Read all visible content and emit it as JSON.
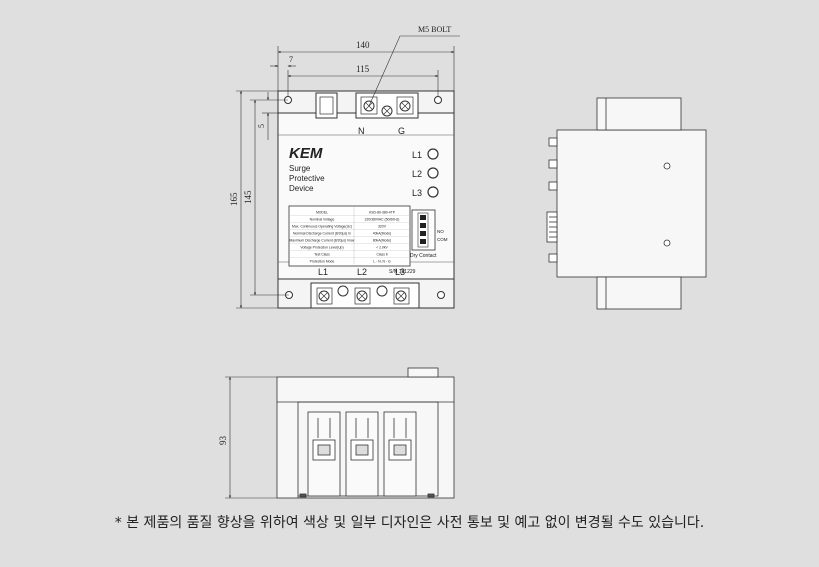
{
  "dimensions": {
    "bolt_label": "M5 BOLT",
    "width_total": "140",
    "width_inner": "115",
    "hole_offset": "7",
    "margin_top": "5",
    "height_total": "165",
    "height_inner": "145",
    "depth": "93"
  },
  "terminals_top": {
    "neutral": "N",
    "ground": "G"
  },
  "terminals_bottom": {
    "l1": "L1",
    "l2": "L2",
    "l3": "L3"
  },
  "brand": "KEM",
  "product_name": [
    "Surge",
    "Protective",
    "Device"
  ],
  "indicators": [
    "L1",
    "L2",
    "L3"
  ],
  "spec_table": {
    "rows": [
      {
        "label": "MODEL",
        "value": "KSD-80-380-4TP"
      },
      {
        "label": "Nominal Voltage",
        "value": "220/380VAC (50/60Hz)"
      },
      {
        "label": "Max. Continuous Operating Voltage(Uc)",
        "value": "320V"
      },
      {
        "label": "Nominal Discharge Current (8/20μs) In",
        "value": "40kA(Mode)"
      },
      {
        "label": "Maximum Discharge Current (8/20μs) Imax",
        "value": "80kA(Mode)"
      },
      {
        "label": "Voltage Protection Level(Up)",
        "value": "< 2.0kV"
      },
      {
        "label": "Test Class",
        "value": "Class Ⅱ"
      },
      {
        "label": "Protection Mode",
        "value": "L - N, N - G"
      }
    ],
    "contact_no": "NO",
    "contact_com": "COM",
    "contact_label": "Dry Contact",
    "serial": "S/N 181229"
  },
  "footnote": "* 본 제품의 품질 향상을 위하여 색상 및 일부 디자인은 사전 통보 및 예고 없이 변경될 수도 있습니다."
}
